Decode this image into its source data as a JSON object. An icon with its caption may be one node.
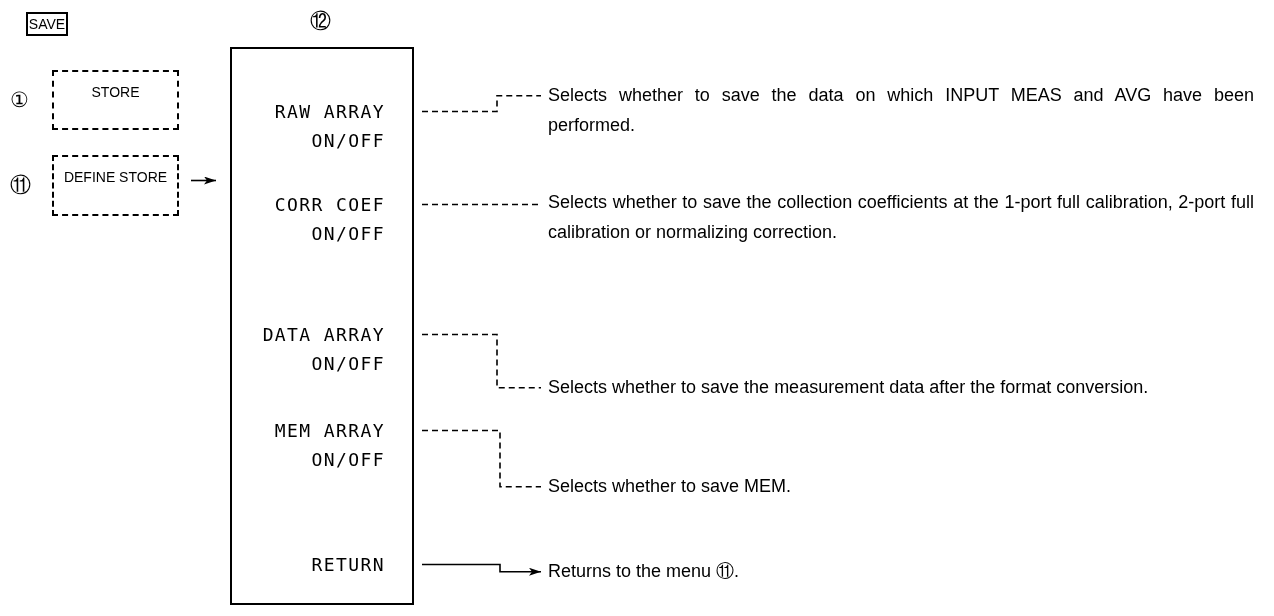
{
  "diagram": {
    "nodes": [
      {
        "text": [
          "SAVE"
        ]
      },
      {
        "text": [
          "STORE"
        ],
        "beside": [
          "①"
        ]
      },
      {
        "text": [
          "DEFINE STORE"
        ],
        "beside": [
          "⑪"
        ]
      },
      {
        "text": [
          "⑫"
        ]
      },
      {
        "text": [
          "RAW ARRAY ON/OFF"
        ],
        "in": 3
      },
      {
        "text": [
          "CORR COEF ON/OFF"
        ],
        "in": 3
      },
      {
        "text": [
          "DATA ARRAY ON/OFF"
        ],
        "in": 3
      },
      {
        "text": [
          "MEM ARRAY ON/OFF"
        ],
        "in": 3
      },
      {
        "text": [
          "RETURN"
        ],
        "in": 3
      },
      {
        "text": [
          "Selects whether to save the data on which INPUT MEAS and AVG have been performed."
        ]
      },
      {
        "text": [
          "Selects whether to save the collection coefficients at the 1-port full calibration, 2-port full calibration or normalizing correction."
        ]
      },
      {
        "text": [
          "Selects whether to save the measurement data after the format conversion."
        ]
      },
      {
        "text": [
          "Selects whether to save MEM."
        ]
      },
      {
        "text": [
          "Returns to the menu ⑪."
        ]
      }
    ],
    "edges": [
      {
        "from": 2,
        "to": 3,
        "arrow": "to"
      },
      {
        "from": 4,
        "to": 9,
        "arrow": "none",
        "style": "dashed"
      },
      {
        "from": 5,
        "to": 10,
        "arrow": "none",
        "style": "dashed"
      },
      {
        "from": 6,
        "to": 11,
        "arrow": "none",
        "style": "dashed"
      },
      {
        "from": 7,
        "to": 12,
        "arrow": "none",
        "style": "dashed"
      },
      {
        "from": 8,
        "to": 13,
        "arrow": "to"
      }
    ]
  }
}
